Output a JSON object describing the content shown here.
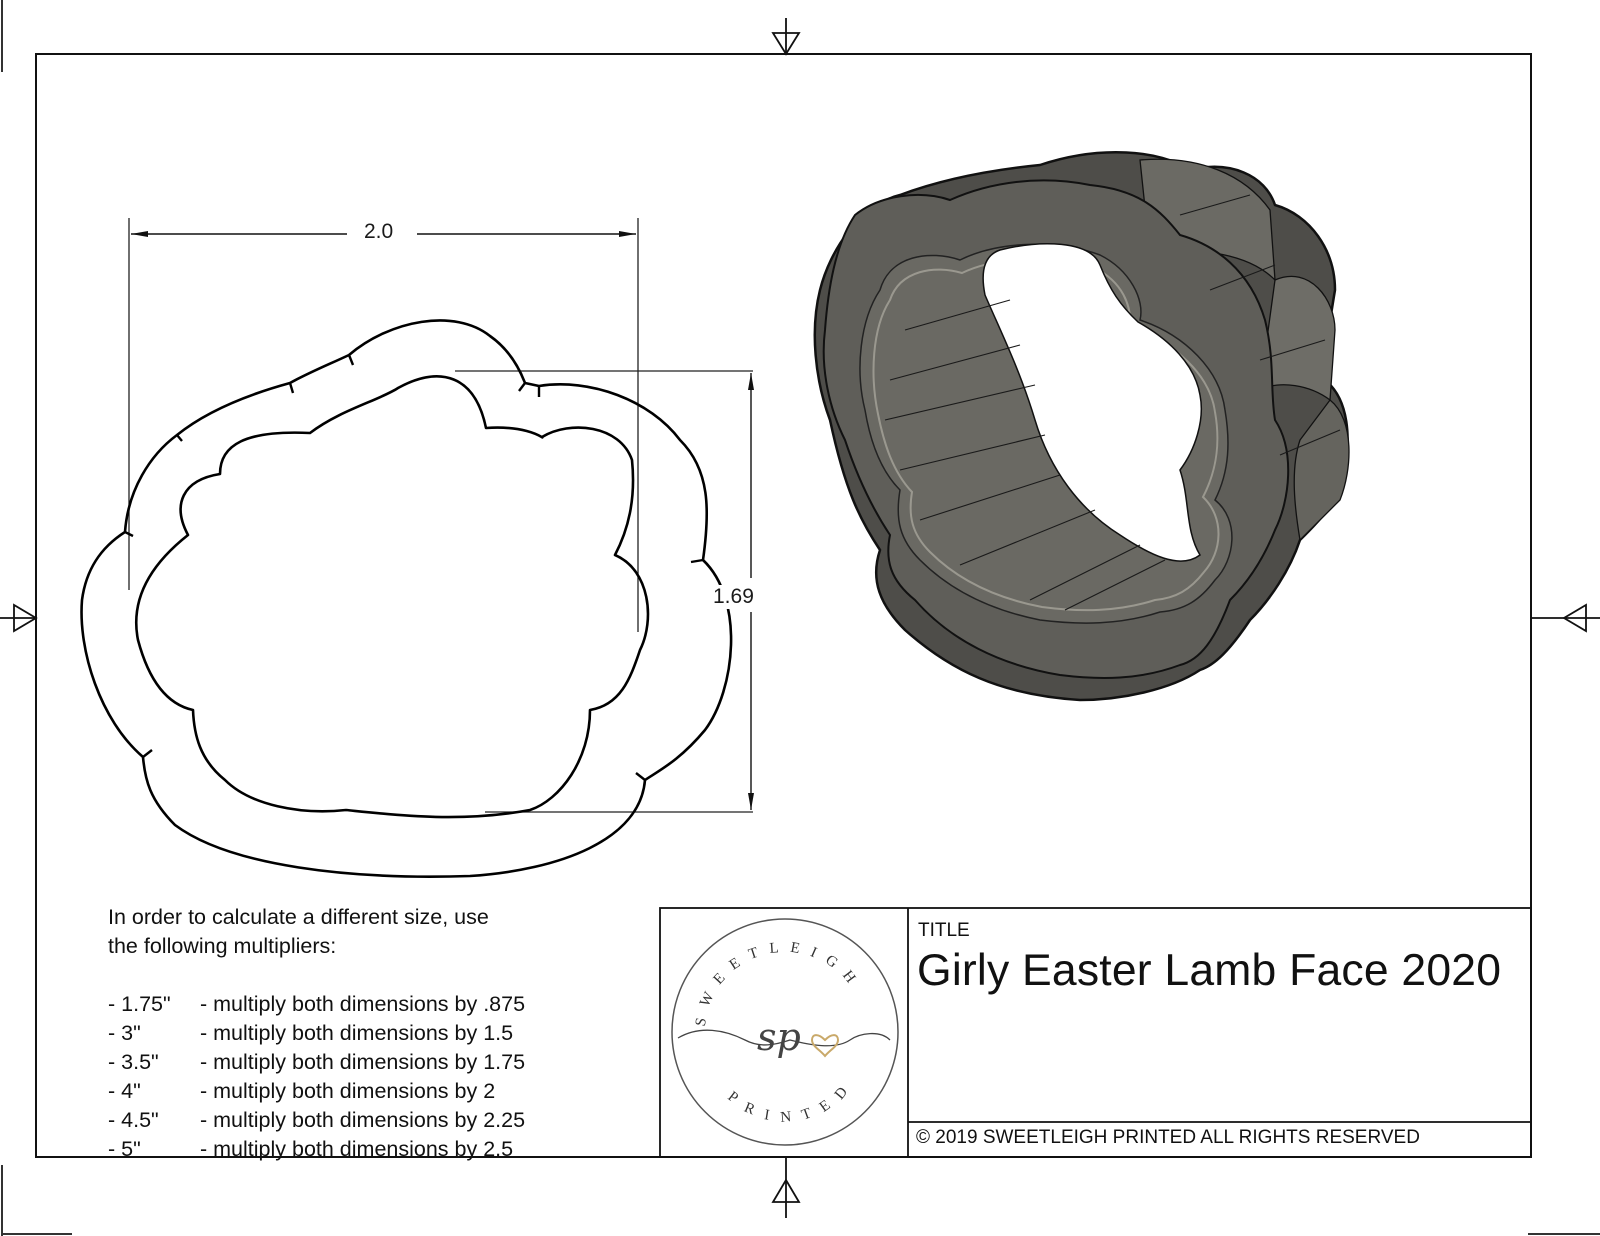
{
  "drawing": {
    "title_label": "TITLE",
    "title": "Girly Easter Lamb Face 2020",
    "copyright": "© 2019  SWEETLEIGH PRINTED  ALL RIGHTS RESERVED"
  },
  "logo": {
    "top_arc_text": "SWEETLEIGH",
    "bottom_arc_text": "PRINTED",
    "monogram": "sp",
    "heart_color": "#c9a96a",
    "ink_color": "#444444"
  },
  "dimensions": {
    "width": "2.0",
    "height": "1.69"
  },
  "notes": {
    "intro_line1": "In order to calculate a different size, use",
    "intro_line2": "the following multipliers:",
    "multipliers": [
      {
        "size": "- 1.75\"",
        "text": "- multiply both dimensions by .875"
      },
      {
        "size": "- 3\"",
        "text": "- multiply both dimensions by 1.5"
      },
      {
        "size": "- 3.5\"",
        "text": "- multiply both dimensions by 1.75"
      },
      {
        "size": "- 4\"",
        "text": "- multiply both dimensions by 2"
      },
      {
        "size": "- 4.5\"",
        "text": "- multiply both dimensions by 2.25"
      },
      {
        "size": "- 5\"",
        "text": "- multiply both dimensions by 2.5"
      }
    ]
  },
  "colors": {
    "line": "#111111",
    "model_body": "#5e5d58",
    "model_highlight": "#8a8880",
    "model_dark": "#3d3c38"
  }
}
